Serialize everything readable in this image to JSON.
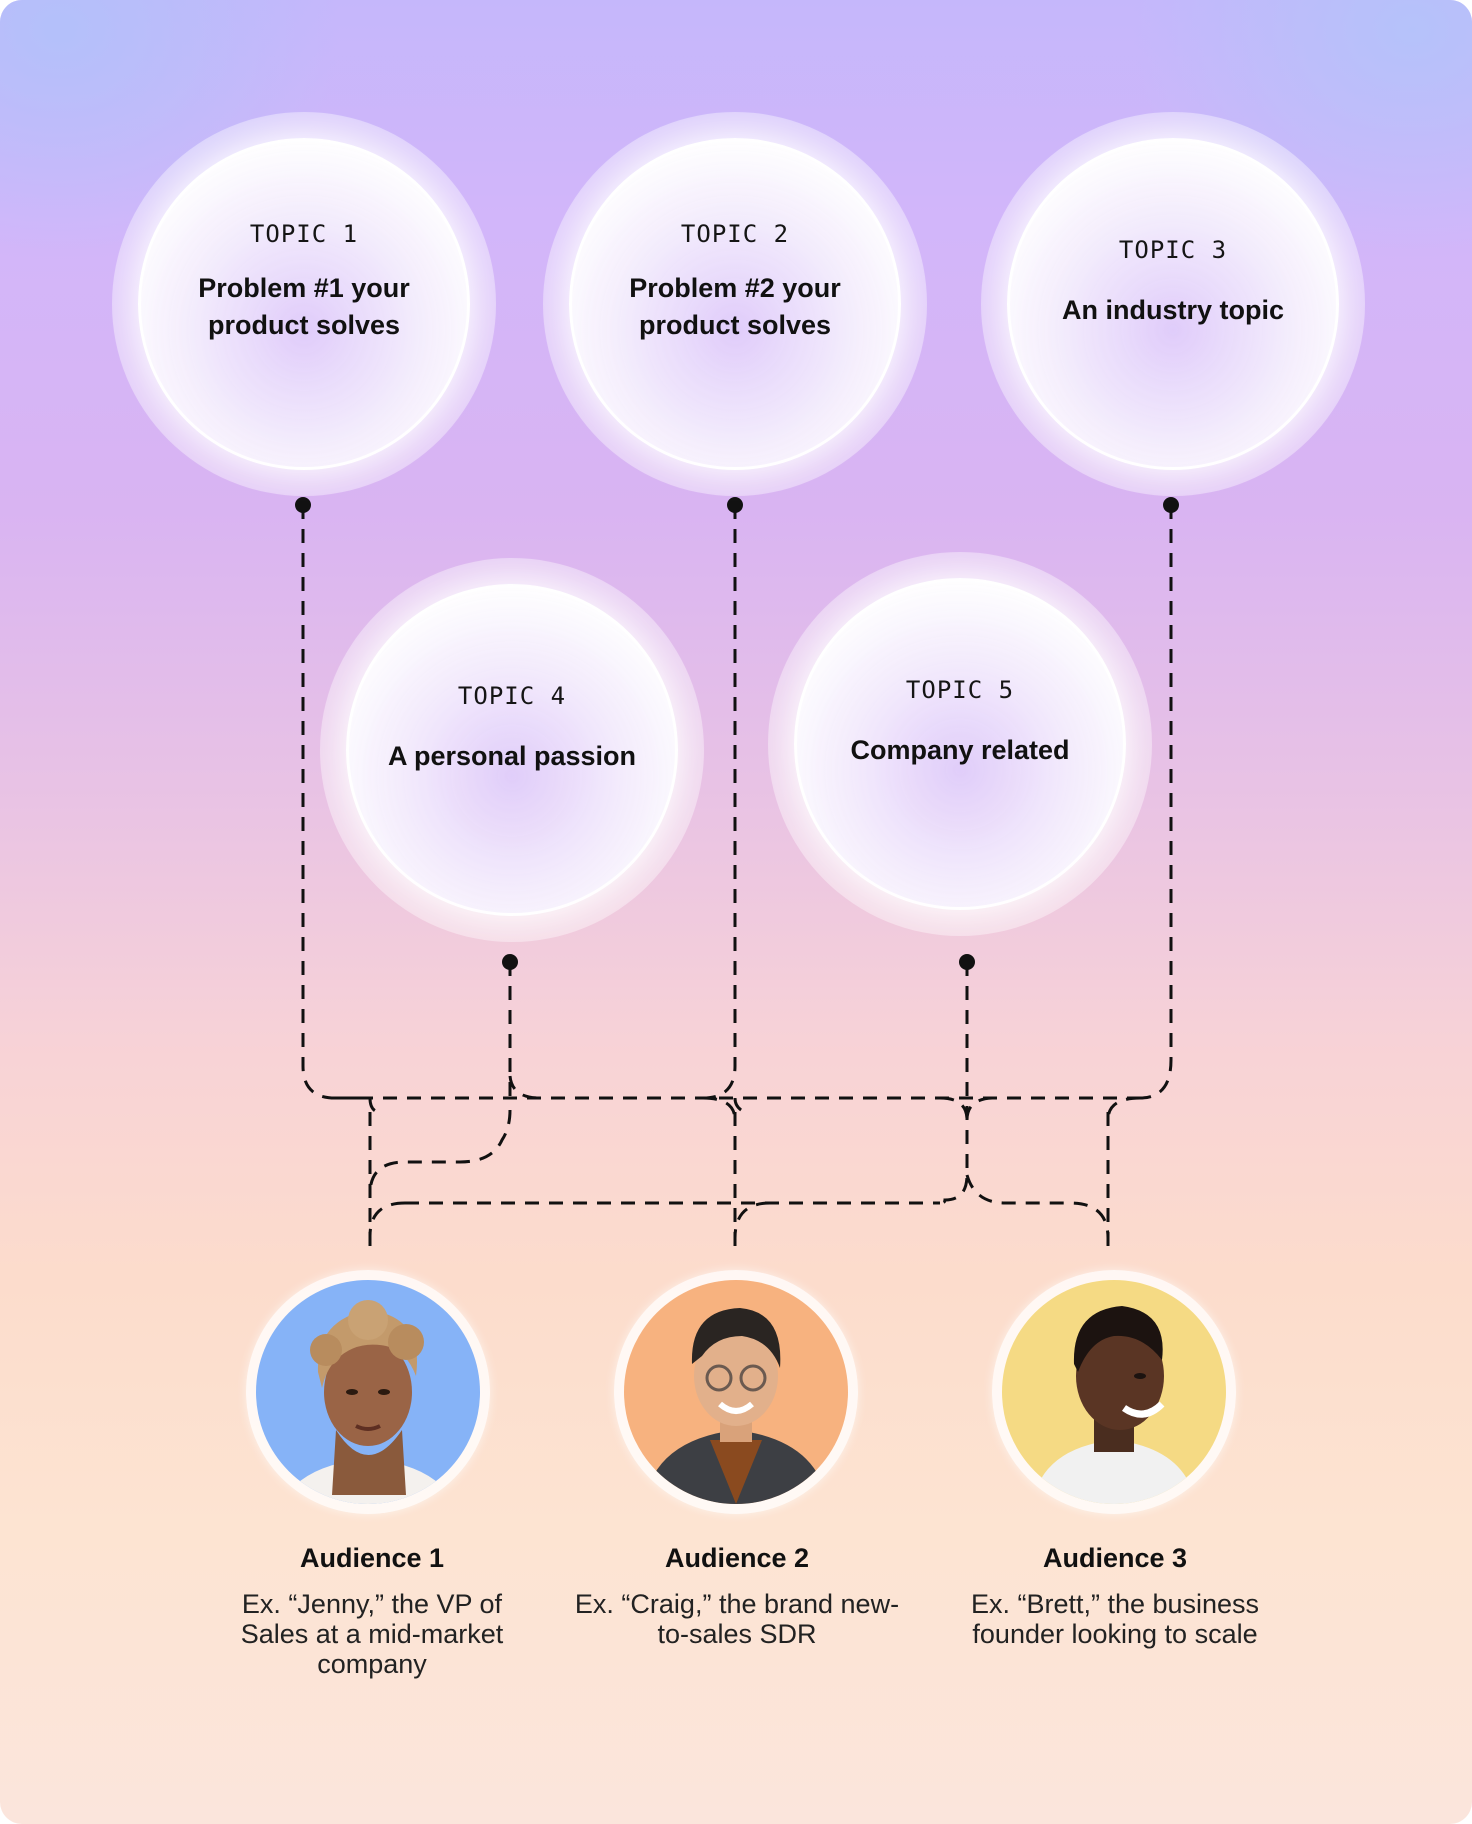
{
  "topics": [
    {
      "tag": "TOPIC 1",
      "title": "Problem #1 your product solves"
    },
    {
      "tag": "TOPIC 2",
      "title": "Problem #2 your product solves"
    },
    {
      "tag": "TOPIC 3",
      "title": "An industry topic"
    },
    {
      "tag": "TOPIC 4",
      "title": "A personal passion"
    },
    {
      "tag": "TOPIC 5",
      "title": "Company related"
    }
  ],
  "audiences": [
    {
      "label": "Audience 1",
      "description": "Ex. “Jenny,” the VP of Sales at a mid-market company",
      "avatar_color": "#86b3f7"
    },
    {
      "label": "Audience 2",
      "description": "Ex. “Craig,” the brand new-to-sales SDR",
      "avatar_color": "#f7b27f"
    },
    {
      "label": "Audience 3",
      "description": "Ex. “Brett,” the business founder looking to scale",
      "avatar_color": "#f5da84"
    }
  ],
  "connections": [
    {
      "from": "TOPIC 1",
      "to": [
        "Audience 1",
        "Audience 2",
        "Audience 3"
      ]
    },
    {
      "from": "TOPIC 2",
      "to": [
        "Audience 1",
        "Audience 2",
        "Audience 3"
      ]
    },
    {
      "from": "TOPIC 3",
      "to": [
        "Audience 1",
        "Audience 2",
        "Audience 3"
      ]
    },
    {
      "from": "TOPIC 4",
      "to": [
        "Audience 1"
      ]
    },
    {
      "from": "TOPIC 5",
      "to": [
        "Audience 1",
        "Audience 2",
        "Audience 3"
      ]
    }
  ],
  "colors": {
    "line": "#111111",
    "text": "#111111"
  }
}
